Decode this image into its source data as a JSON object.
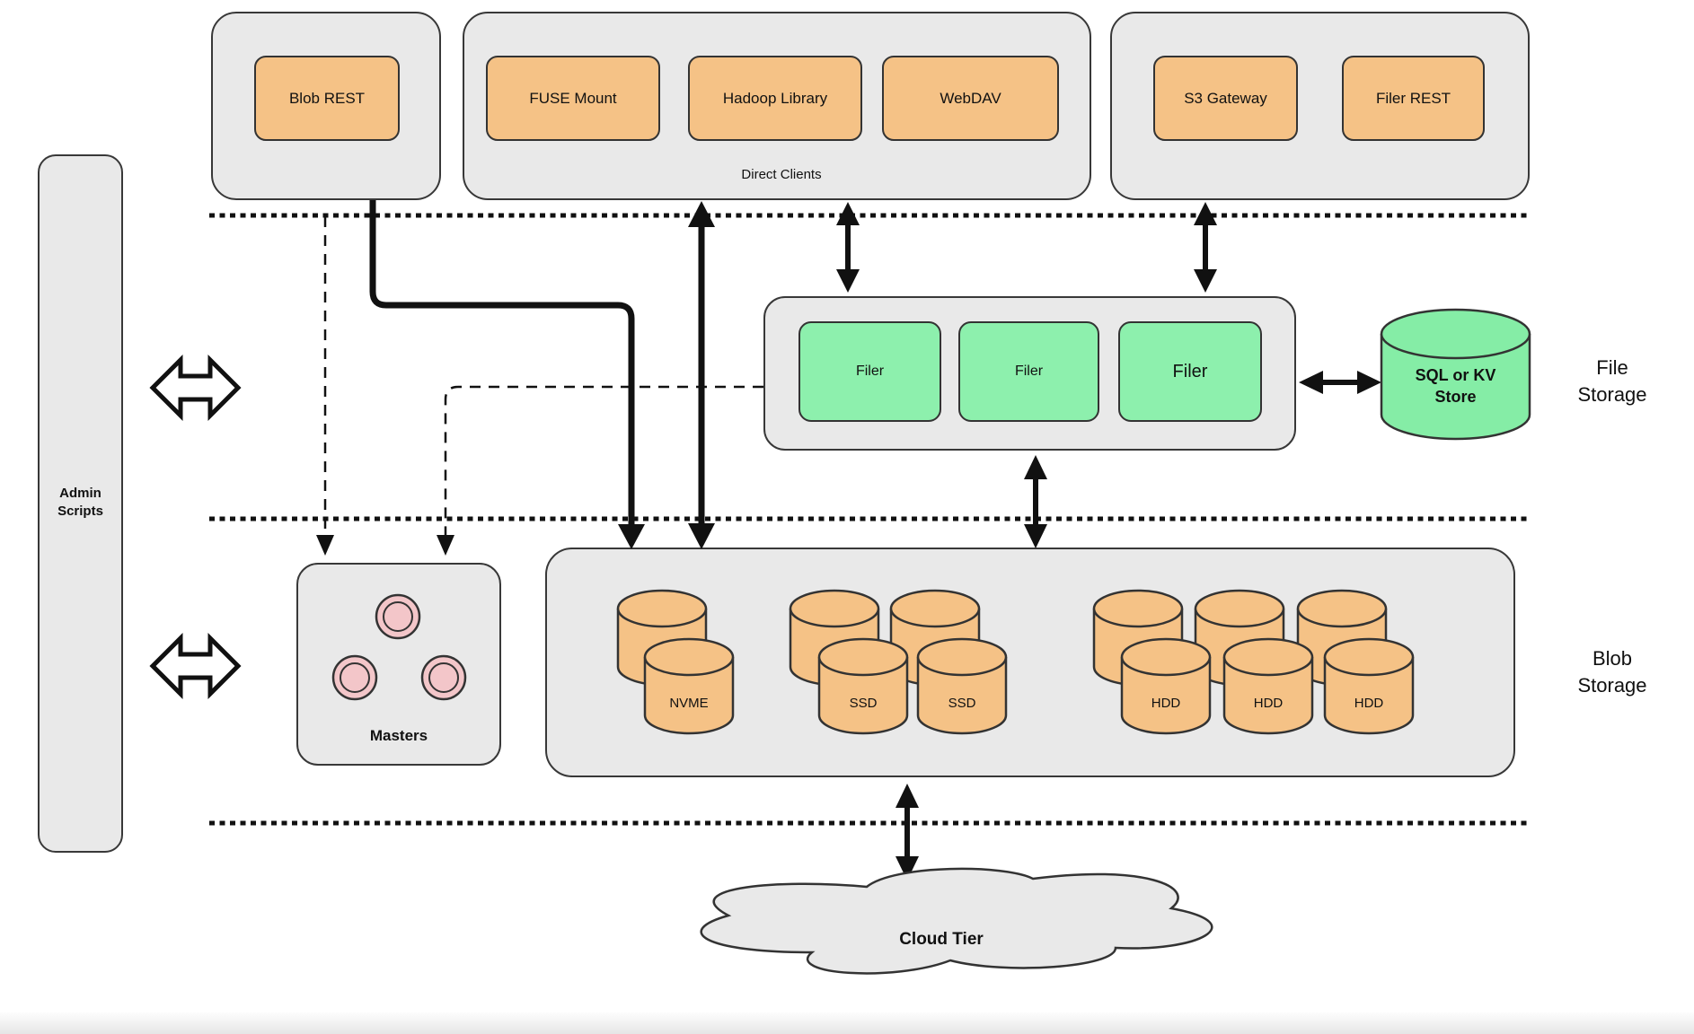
{
  "admin_scripts": {
    "line1": "Admin",
    "line2": "Scripts"
  },
  "client_layer": {
    "blob_rest": "Blob REST",
    "direct_clients_group_label": "Direct Clients",
    "fuse_mount": "FUSE Mount",
    "hadoop_library": "Hadoop Library",
    "webdav": "WebDAV",
    "s3_gateway": "S3 Gateway",
    "filer_rest": "Filer REST"
  },
  "file_storage_layer": {
    "band_label_line1": "File",
    "band_label_line2": "Storage",
    "filer_1": "Filer",
    "filer_2": "Filer",
    "filer_3": "Filer",
    "db_line1": "SQL or KV",
    "db_line2": "Store"
  },
  "blob_storage_layer": {
    "band_label_line1": "Blob",
    "band_label_line2": "Storage",
    "masters": "Masters",
    "nvme": "NVME",
    "ssd": "SSD",
    "hdd": "HDD"
  },
  "cloud_layer": {
    "cloud_tier": "Cloud Tier"
  },
  "colors": {
    "container_fill": "#e9e9e9",
    "client_box_fill": "#f5c286",
    "filer_box_fill": "#8df0ad",
    "db_cylinder_fill": "#85eda6",
    "disk_cylinder_fill": "#f5c286",
    "master_node_fill": "#f3c6c9",
    "stroke": "#333333"
  }
}
